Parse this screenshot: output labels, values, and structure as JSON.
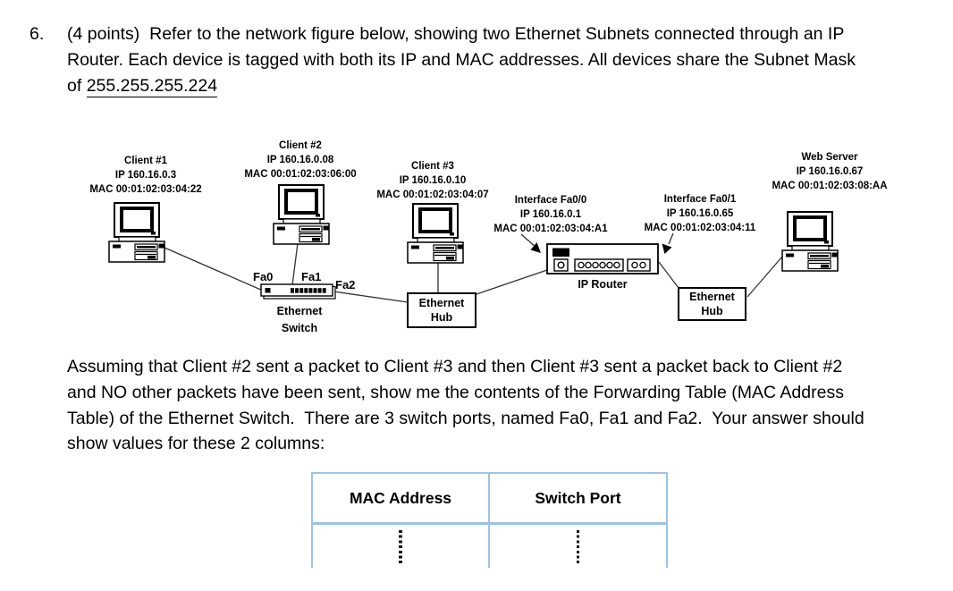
{
  "question": {
    "number": "6.",
    "lines": [
      "(4 points)  Refer to the network figure below, showing two Ethernet Subnets connected through an IP",
      "Router. Each device is tagged with both its IP and MAC addresses. All devices share the Subnet Mask"
    ],
    "line3_prefix": "of ",
    "subnet_mask": "255.255.255.224"
  },
  "diagram": {
    "client1": {
      "name": "Client #1",
      "ip": "IP 160.16.0.3",
      "mac": "MAC 00:01:02:03:04:22"
    },
    "client2": {
      "name": "Client #2",
      "ip": "IP 160.16.0.08",
      "mac": "MAC 00:01:02:03:06:00"
    },
    "client3": {
      "name": "Client #3",
      "ip": "IP 160.16.0.10",
      "mac": "MAC 00:01:02:03:04:07"
    },
    "web_server": {
      "name": "Web Server",
      "ip": "IP 160.16.0.67",
      "mac": "MAC 00:01:02:03:08:AA"
    },
    "interface_fa00": {
      "name": "Interface Fa0/0",
      "ip": "IP 160.16.0.1",
      "mac": "MAC 00:01:02:03:04:A1"
    },
    "interface_fa01": {
      "name": "Interface Fa0/1",
      "ip": "IP 160.16.0.65",
      "mac": "MAC 00:01:02:03:04:11"
    },
    "router_label": "IP Router",
    "switch_label": {
      "line1": "Ethernet",
      "line2": "Switch"
    },
    "hub_label": {
      "line1": "Ethernet",
      "line2": "Hub"
    },
    "ports": {
      "fa0": "Fa0",
      "fa1": "Fa1",
      "fa2": "Fa2"
    }
  },
  "question2": {
    "lines": [
      "Assuming that Client #2 sent a packet to Client #3 and then Client #3 sent a packet back to Client #2",
      "and NO other packets have been sent, show me the contents of the Forwarding Table (MAC Address",
      "Table) of the Ethernet Switch.  There are 3 switch ports, named Fa0, Fa1 and Fa2.  Your answer should",
      "show values for these 2 columns:"
    ]
  },
  "answer_table": {
    "headers": [
      "MAC Address",
      "Switch Port"
    ],
    "border_color": "#9EC3E3"
  }
}
